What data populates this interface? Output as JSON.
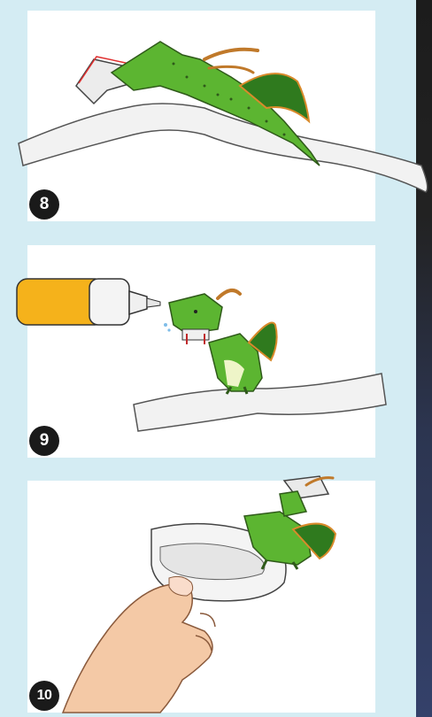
{
  "steps": [
    {
      "number": "8"
    },
    {
      "number": "9"
    },
    {
      "number": "10"
    }
  ],
  "colors": {
    "background": "#d4ecf3",
    "panel": "#ffffff",
    "badge": "#1a1a1a",
    "dragon_green": "#5cb531",
    "dragon_dark": "#2f7a1e",
    "wing_orange": "#d98a2b",
    "glue_yellow": "#f5b21b",
    "skin": "#f4c9a6"
  }
}
